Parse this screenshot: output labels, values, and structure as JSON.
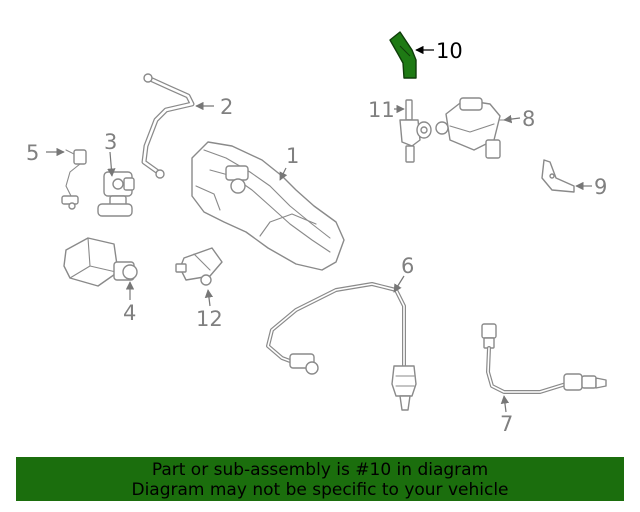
{
  "callouts": {
    "c1": "1",
    "c2": "2",
    "c3": "3",
    "c4": "4",
    "c5": "5",
    "c6": "6",
    "c7": "7",
    "c8": "8",
    "c9": "9",
    "c10": "10",
    "c11": "11",
    "c12": "12"
  },
  "highlighted_part": "10",
  "colors": {
    "highlight": "#1e7a14",
    "banner": "#1b6e0d",
    "line": "#8a8a8a"
  },
  "banner": {
    "line1": "Part or sub-assembly is #10 in diagram",
    "line2": "Diagram may not be specific to your vehicle"
  }
}
